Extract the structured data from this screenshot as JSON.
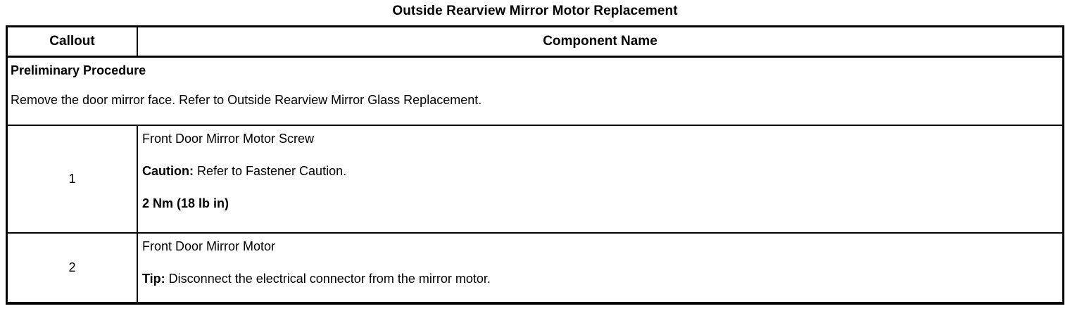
{
  "document": {
    "title": "Outside Rearview Mirror Motor Replacement"
  },
  "table": {
    "headers": {
      "callout": "Callout",
      "component_name": "Component Name"
    },
    "preliminary": {
      "heading": "Preliminary Procedure",
      "text": "Remove the door mirror face. Refer to Outside Rearview Mirror Glass Replacement."
    },
    "rows": [
      {
        "callout": "1",
        "name": "Front Door Mirror Motor Screw",
        "note_label": "Caution:",
        "note_text": " Refer to Fastener Caution.",
        "spec": "2 Nm (18 lb in)"
      },
      {
        "callout": "2",
        "name": "Front Door Mirror Motor",
        "note_label": "Tip:",
        "note_text": " Disconnect the electrical connector from the mirror motor."
      }
    ]
  }
}
